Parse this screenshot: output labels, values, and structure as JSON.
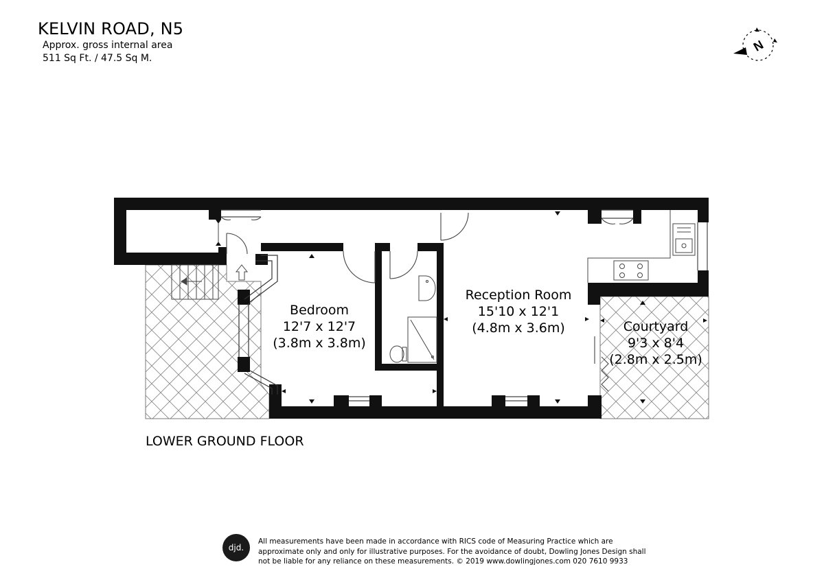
{
  "header": {
    "title": "KELVIN ROAD, N5",
    "area_label": "Approx. gross internal area",
    "area_value": "511 Sq Ft. / 47.5 Sq M."
  },
  "compass": {
    "label": "N",
    "icon": "north-arrow-icon"
  },
  "floor": {
    "name": "LOWER GROUND FLOOR"
  },
  "rooms": {
    "bedroom": {
      "name": "Bedroom",
      "imperial": "12'7 x 12'7",
      "metric": "(3.8m x 3.8m)"
    },
    "reception": {
      "name": "Reception Room",
      "imperial": "15'10 x 12'1",
      "metric": "(4.8m x 3.6m)"
    },
    "courtyard": {
      "name": "Courtyard",
      "imperial": "9'3 x 8'4",
      "metric": "(2.8m x 2.5m)"
    }
  },
  "footer": {
    "logo_text": "djd.",
    "disclaimer_line1": "All measurements have been made in accordance with RICS code of Measuring Practice which are",
    "disclaimer_line2": "approximate only and only for illustrative purposes. For the avoidance of doubt, Dowling Jones Design shall",
    "disclaimer_line3": "not be liable for any reliance on these measurements. © 2019 www.dowlingjones.com 020 7610 9933"
  },
  "colors": {
    "wall": "#111111",
    "hatch": "#8a8a8a",
    "line": "#555555",
    "background": "#ffffff"
  }
}
